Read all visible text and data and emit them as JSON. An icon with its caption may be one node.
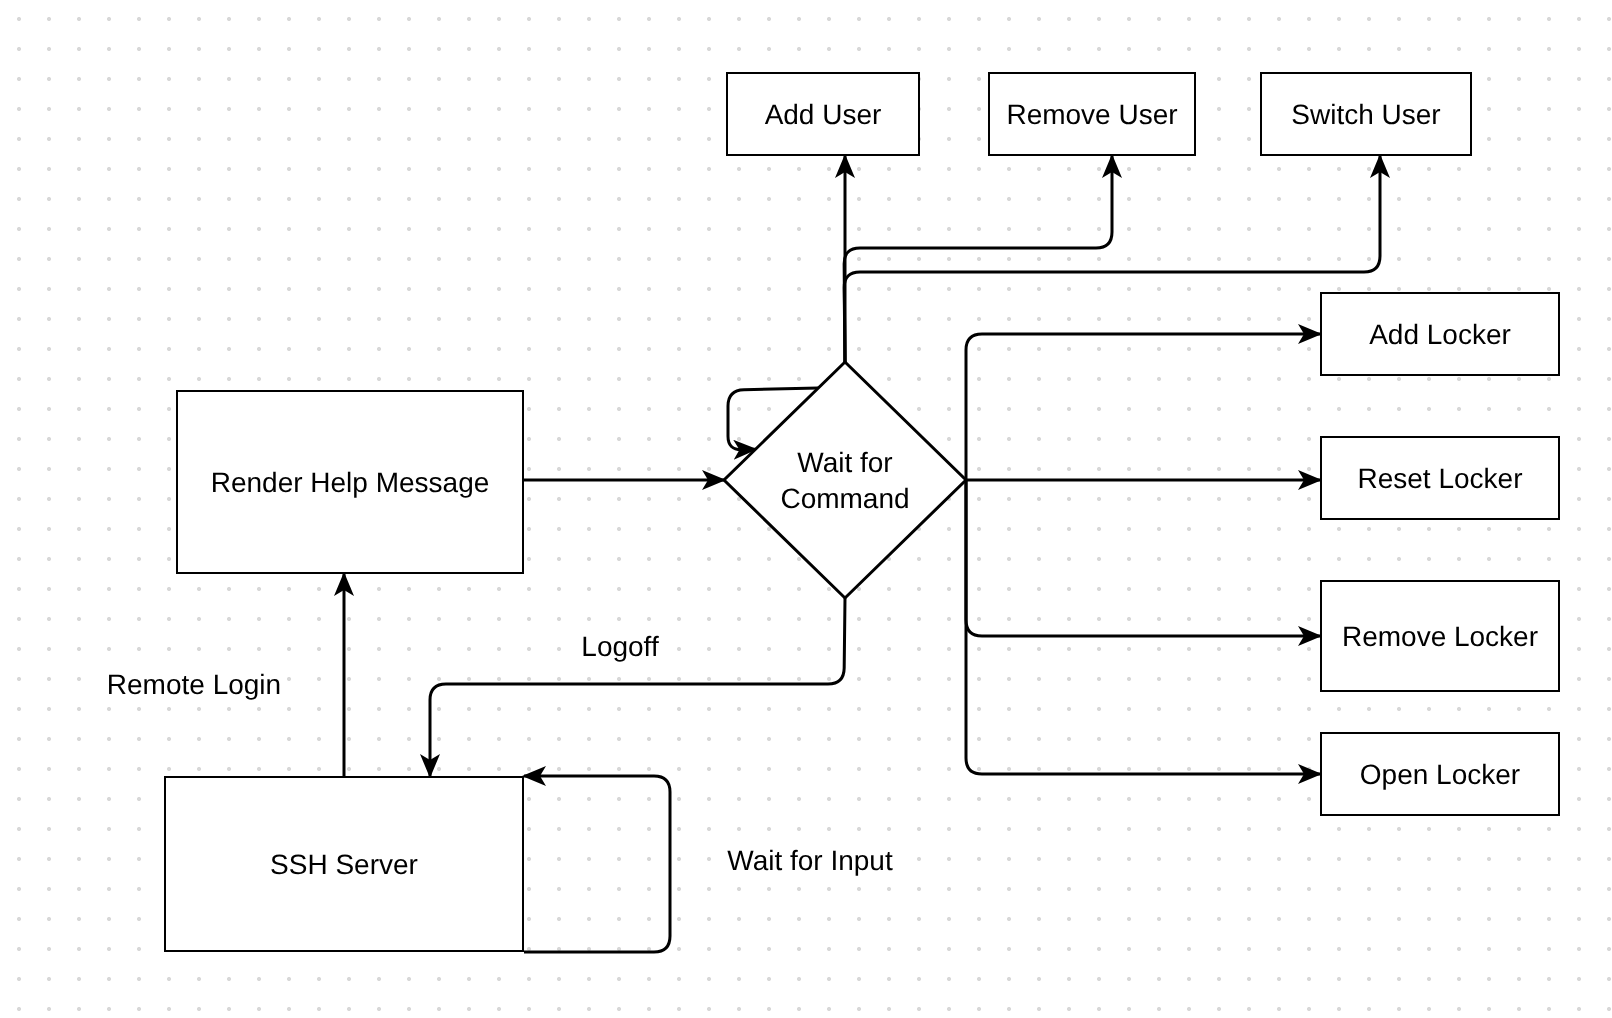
{
  "diagram": {
    "nodes": [
      {
        "text": [
          "Add User"
        ]
      },
      {
        "text": [
          "Remove User"
        ]
      },
      {
        "text": [
          "Switch User"
        ]
      },
      {
        "text": [
          "Render Help Message"
        ]
      },
      {
        "text": [
          "Wait for Command"
        ]
      },
      {
        "text": [
          "Add Locker"
        ]
      },
      {
        "text": [
          "Reset Locker"
        ]
      },
      {
        "text": [
          "Remove Locker"
        ]
      },
      {
        "text": [
          "Open Locker"
        ]
      },
      {
        "text": [
          "SSH Server"
        ]
      }
    ],
    "edges": [
      {
        "from": 9,
        "to": 3,
        "arrow": "to",
        "label": "Remote Login"
      },
      {
        "from": 3,
        "to": 4,
        "arrow": "to"
      },
      {
        "from": 4,
        "to": 4,
        "arrow": "to"
      },
      {
        "from": 4,
        "to": 0,
        "arrow": "to"
      },
      {
        "from": 4,
        "to": 1,
        "arrow": "to"
      },
      {
        "from": 4,
        "to": 2,
        "arrow": "to"
      },
      {
        "from": 4,
        "to": 5,
        "arrow": "to"
      },
      {
        "from": 4,
        "to": 6,
        "arrow": "to"
      },
      {
        "from": 4,
        "to": 7,
        "arrow": "to"
      },
      {
        "from": 4,
        "to": 8,
        "arrow": "to"
      },
      {
        "from": 4,
        "to": 9,
        "arrow": "to",
        "label": "Logoff"
      },
      {
        "from": 9,
        "to": 9,
        "arrow": "to",
        "label": "Wait for Input"
      }
    ]
  }
}
